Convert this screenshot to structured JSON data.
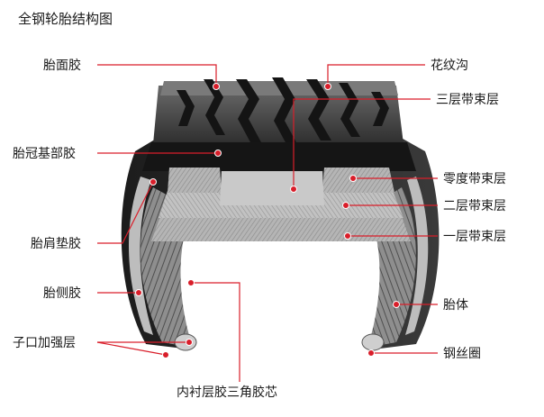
{
  "title": "全钢轮胎结构图",
  "accent_color": "#d91e2a",
  "labels": {
    "tread_rubber": "胎面胶",
    "tread_groove": "花纹沟",
    "belt_3": "三层带束层",
    "crown_base": "胎冠基部胶",
    "belt_0": "零度带束层",
    "belt_2": "二层带束层",
    "shoulder_pad": "胎肩垫胶",
    "belt_1": "一层带束层",
    "sidewall": "胎侧胶",
    "carcass": "胎体",
    "chafer": "子口加强层",
    "bead_wire": "钢丝圈",
    "liner_apex": "内衬层胶三角胶芯"
  }
}
